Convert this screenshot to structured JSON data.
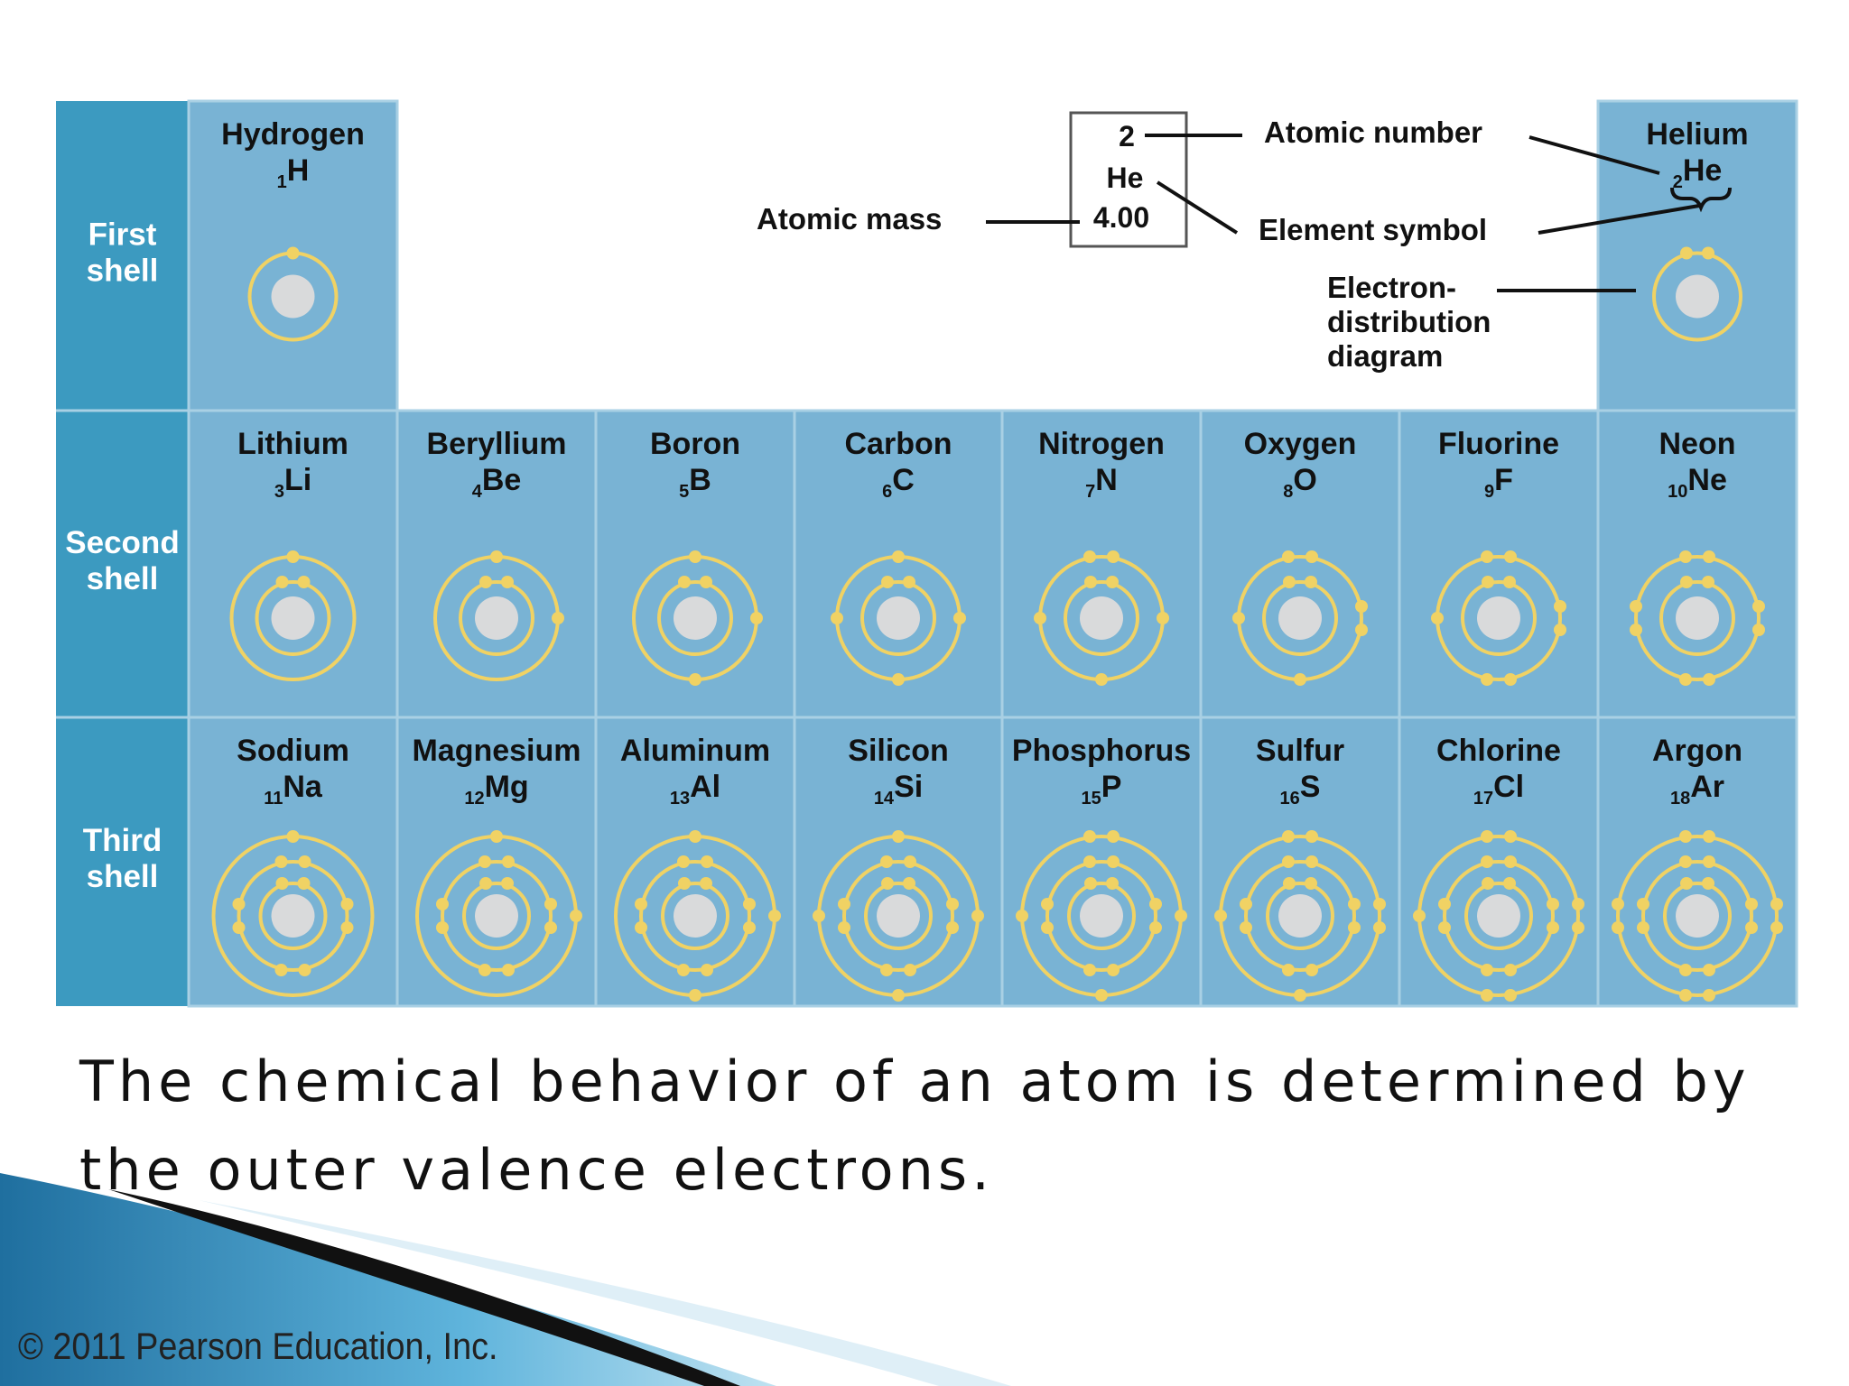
{
  "shells": [
    "First\nshell",
    "Second\nshell",
    "Third\nshell"
  ],
  "elements": [
    {
      "name": "Hydrogen",
      "number": "1",
      "symbol": "H",
      "row": 0,
      "col": 0,
      "electrons": [
        1
      ]
    },
    {
      "name": "Helium",
      "number": "2",
      "symbol": "He",
      "row": 0,
      "col": 7,
      "electrons": [
        2
      ]
    },
    {
      "name": "Lithium",
      "number": "3",
      "symbol": "Li",
      "row": 1,
      "col": 0,
      "electrons": [
        2,
        1
      ]
    },
    {
      "name": "Beryllium",
      "number": "4",
      "symbol": "Be",
      "row": 1,
      "col": 1,
      "electrons": [
        2,
        2
      ]
    },
    {
      "name": "Boron",
      "number": "5",
      "symbol": "B",
      "row": 1,
      "col": 2,
      "electrons": [
        2,
        3
      ]
    },
    {
      "name": "Carbon",
      "number": "6",
      "symbol": "C",
      "row": 1,
      "col": 3,
      "electrons": [
        2,
        4
      ]
    },
    {
      "name": "Nitrogen",
      "number": "7",
      "symbol": "N",
      "row": 1,
      "col": 4,
      "electrons": [
        2,
        5
      ]
    },
    {
      "name": "Oxygen",
      "number": "8",
      "symbol": "O",
      "row": 1,
      "col": 5,
      "electrons": [
        2,
        6
      ]
    },
    {
      "name": "Fluorine",
      "number": "9",
      "symbol": "F",
      "row": 1,
      "col": 6,
      "electrons": [
        2,
        7
      ]
    },
    {
      "name": "Neon",
      "number": "10",
      "symbol": "Ne",
      "row": 1,
      "col": 7,
      "electrons": [
        2,
        8
      ]
    },
    {
      "name": "Sodium",
      "number": "11",
      "symbol": "Na",
      "row": 2,
      "col": 0,
      "electrons": [
        2,
        8,
        1
      ]
    },
    {
      "name": "Magnesium",
      "number": "12",
      "symbol": "Mg",
      "row": 2,
      "col": 1,
      "electrons": [
        2,
        8,
        2
      ]
    },
    {
      "name": "Aluminum",
      "number": "13",
      "symbol": "Al",
      "row": 2,
      "col": 2,
      "electrons": [
        2,
        8,
        3
      ]
    },
    {
      "name": "Silicon",
      "number": "14",
      "symbol": "Si",
      "row": 2,
      "col": 3,
      "electrons": [
        2,
        8,
        4
      ]
    },
    {
      "name": "Phosphorus",
      "number": "15",
      "symbol": "P",
      "row": 2,
      "col": 4,
      "electrons": [
        2,
        8,
        5
      ]
    },
    {
      "name": "Sulfur",
      "number": "16",
      "symbol": "S",
      "row": 2,
      "col": 5,
      "electrons": [
        2,
        8,
        6
      ]
    },
    {
      "name": "Chlorine",
      "number": "17",
      "symbol": "Cl",
      "row": 2,
      "col": 6,
      "electrons": [
        2,
        8,
        7
      ]
    },
    {
      "name": "Argon",
      "number": "18",
      "symbol": "Ar",
      "row": 2,
      "col": 7,
      "electrons": [
        2,
        8,
        8
      ]
    }
  ],
  "legend": {
    "number": "2",
    "symbol": "He",
    "mass": "4.00",
    "atomic_number_label": "Atomic number",
    "atomic_mass_label": "Atomic mass",
    "element_symbol_label": "Element symbol",
    "diagram_label": [
      "Electron-",
      "distribution",
      "diagram"
    ]
  },
  "caption": "The chemical behavior of an atom is determined by the outer valence electrons.",
  "copyright": "© 2011 Pearson Education, Inc.",
  "colors": {
    "header_band": "#3c9ac0",
    "cell": "#79b3d4",
    "cell_border": "#a9d0e4",
    "orbit": "#f0d264",
    "electron": "#f0d264",
    "nucleus": "#d9dadb",
    "deco_blue": "#2f86b8"
  }
}
